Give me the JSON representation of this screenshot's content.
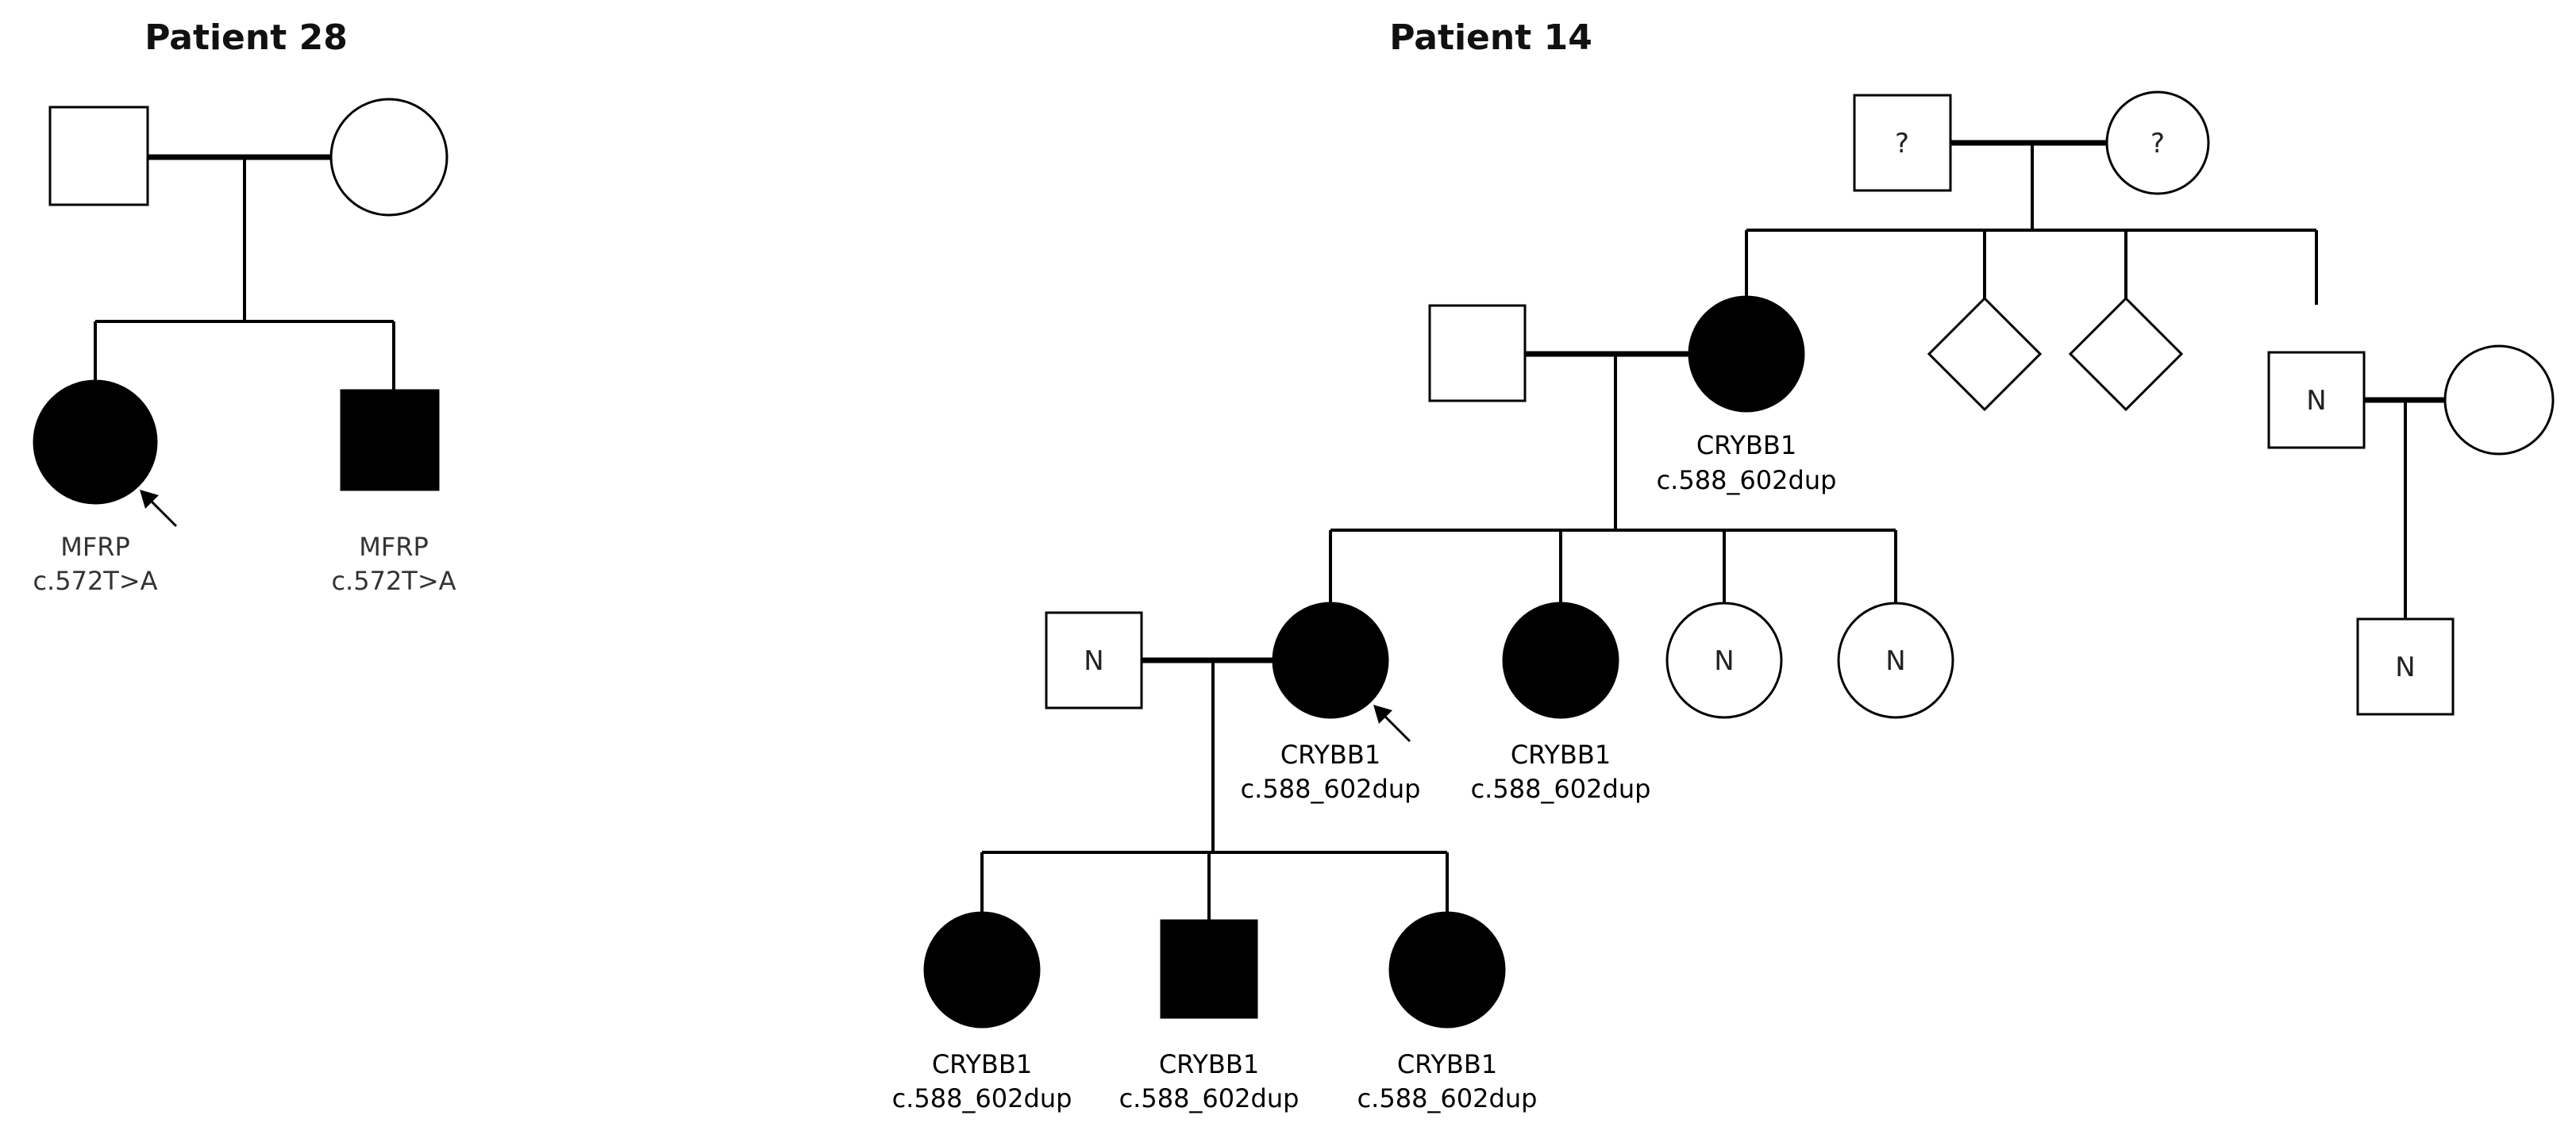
{
  "colors": {
    "affected": "#000000",
    "unaffected": "#ffffff",
    "line": "#000000"
  },
  "pedigrees": [
    {
      "title": "Patient 28",
      "individuals": [
        {
          "id": "p28-father",
          "sex": "male",
          "affected": false
        },
        {
          "id": "p28-mother",
          "sex": "female",
          "affected": false
        },
        {
          "id": "p28-proband",
          "sex": "female",
          "affected": true,
          "proband": true,
          "gene": "MFRP",
          "variant": "c.572T>A"
        },
        {
          "id": "p28-brother",
          "sex": "male",
          "affected": true,
          "gene": "MFRP",
          "variant": "c.572T>A"
        }
      ]
    },
    {
      "title": "Patient 14",
      "individuals": [
        {
          "id": "p14-grandfather",
          "sex": "male",
          "affected": false,
          "mark": "?"
        },
        {
          "id": "p14-grandmother",
          "sex": "female",
          "affected": false,
          "mark": "?"
        },
        {
          "id": "p14-aunt-husband",
          "sex": "male",
          "affected": false
        },
        {
          "id": "p14-mother",
          "sex": "female",
          "affected": true,
          "gene": "CRYBB1",
          "variant": "c.588_602dup"
        },
        {
          "id": "p14-sibling-unknown-1",
          "sex": "unknown",
          "affected": false
        },
        {
          "id": "p14-sibling-unknown-2",
          "sex": "unknown",
          "affected": false
        },
        {
          "id": "p14-uncle",
          "sex": "male",
          "affected": false,
          "mark": "N"
        },
        {
          "id": "p14-uncle-wife",
          "sex": "female",
          "affected": false
        },
        {
          "id": "p14-cousin",
          "sex": "male",
          "affected": false,
          "mark": "N"
        },
        {
          "id": "p14-proband-husband",
          "sex": "male",
          "affected": false,
          "mark": "N"
        },
        {
          "id": "p14-proband",
          "sex": "female",
          "affected": true,
          "proband": true,
          "gene": "CRYBB1",
          "variant": "c.588_602dup"
        },
        {
          "id": "p14-sister-affected",
          "sex": "female",
          "affected": true,
          "gene": "CRYBB1",
          "variant": "c.588_602dup"
        },
        {
          "id": "p14-sister-n1",
          "sex": "female",
          "affected": false,
          "mark": "N"
        },
        {
          "id": "p14-sister-n2",
          "sex": "female",
          "affected": false,
          "mark": "N"
        },
        {
          "id": "p14-child-1",
          "sex": "female",
          "affected": true,
          "gene": "CRYBB1",
          "variant": "c.588_602dup"
        },
        {
          "id": "p14-child-2",
          "sex": "male",
          "affected": true,
          "gene": "CRYBB1",
          "variant": "c.588_602dup"
        },
        {
          "id": "p14-child-3",
          "sex": "female",
          "affected": true,
          "gene": "CRYBB1",
          "variant": "c.588_602dup"
        }
      ]
    }
  ]
}
